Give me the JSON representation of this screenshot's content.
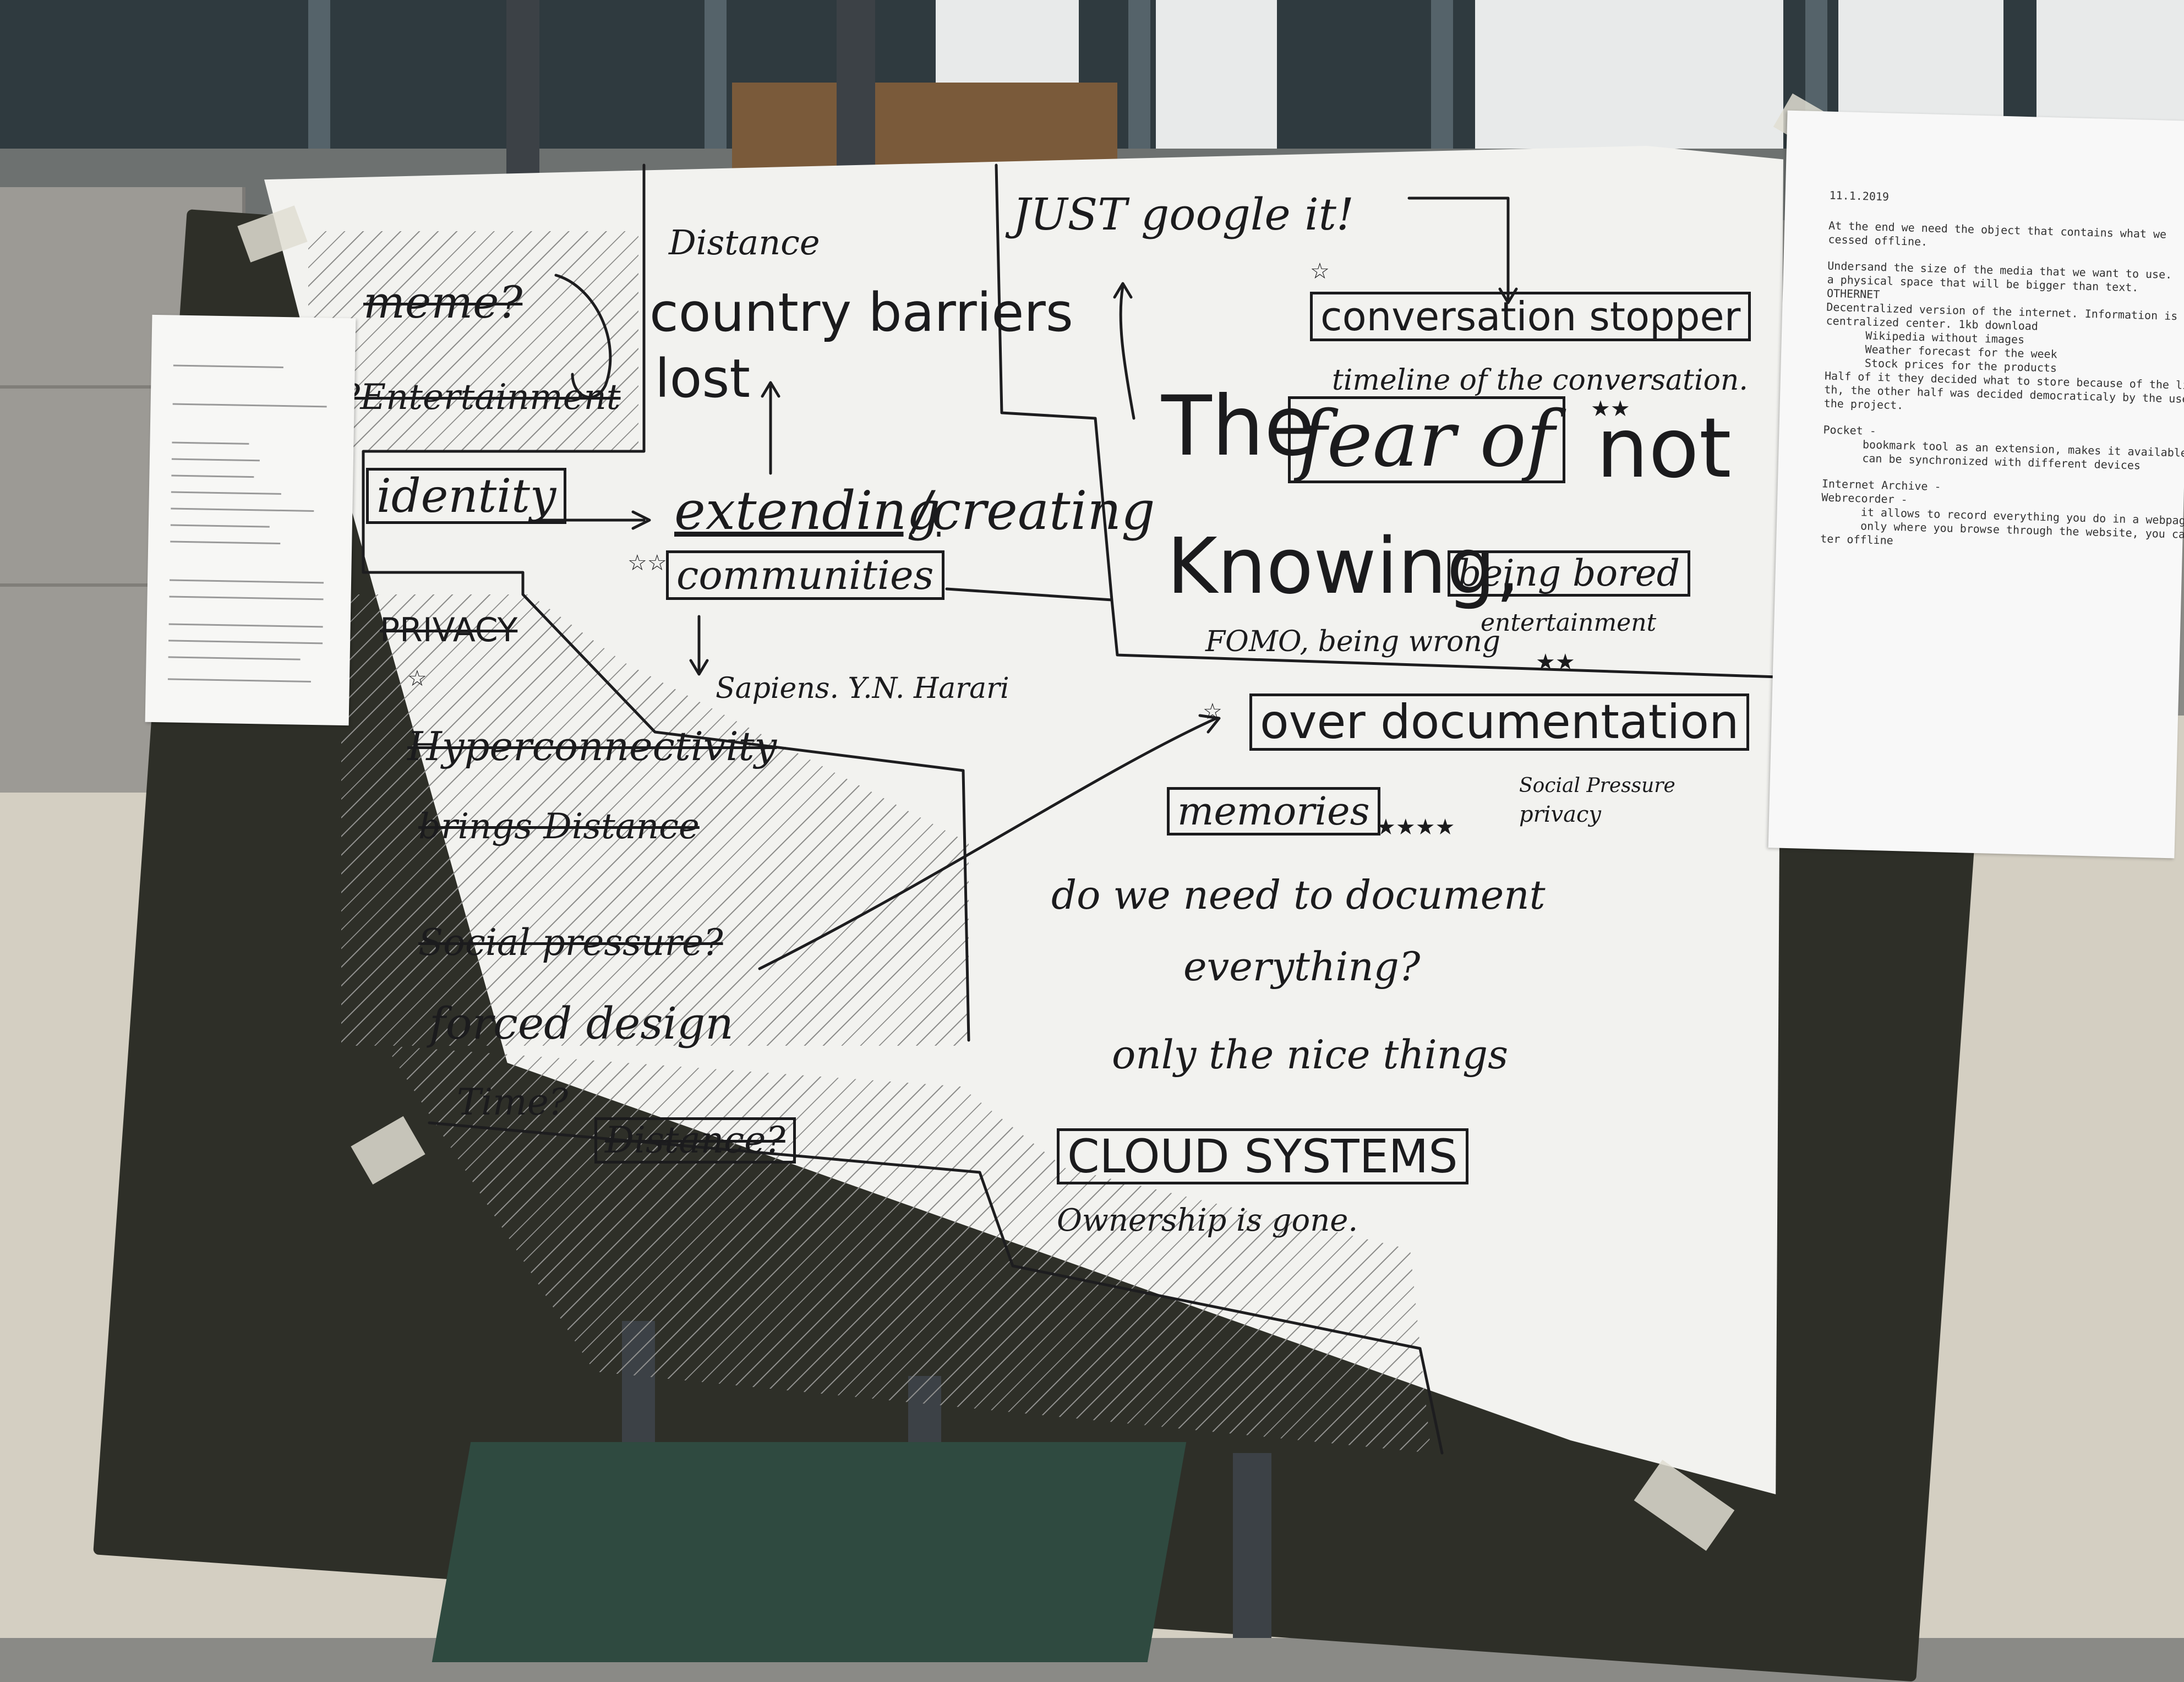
{
  "board": {
    "meme": "meme?",
    "entertainment_struck": "?Entertainment",
    "identity": "identity",
    "privacy": "PRIVACY",
    "hyperconnectivity": "Hyperconnectivity",
    "bring_distance": "brings Distance",
    "social_pressure": "Social pressure?",
    "forced_design": "forced design",
    "time": "Time?",
    "distance_struck": "Distance?",
    "distance_top": "Distance",
    "country_barriers": "country barriers",
    "lost": "lost",
    "extending": "extending",
    "communities": "communities",
    "creating": "/creating",
    "sapiens": "Sapiens. Y.N. Harari",
    "just_google": "JUST google it!",
    "conversation_stopper": "conversation stopper",
    "timeline": "timeline of the conversation.",
    "the": "The",
    "fear_of": "fear of",
    "not": "not",
    "knowing": "Knowing,",
    "being_bored": "being bored",
    "entertainment": "entertainment",
    "fomo": "FOMO, being wrong",
    "over_documentation": "over documentation",
    "memories": "memories",
    "social_pressure_small": "Social Pressure",
    "privacy_small": "privacy",
    "do_we_need_1": "do we need to document",
    "do_we_need_2": "everything?",
    "only_nice": "only the nice things",
    "cloud_systems": "CLOUD SYSTEMS",
    "ownership": "Ownership is gone."
  },
  "right_note": {
    "lines": [
      "11.1.2019",
      "At the end we need the object that contains what we",
      "cessed offline.",
      "Undersand the size of the media that we want to use.",
      "a physical space that will be bigger than text.",
      "OTHERNET",
      "Decentralized version of the internet. Information is",
      "centralized center. 1kb download",
      "      Wikipedia without images",
      "      Weather forecast for the week",
      "      Stock prices for the products",
      "Half of it they decided what to store because of the li",
      "th, the other half was decided democraticaly by the user",
      "the project.",
      "Pocket -",
      "      bookmark tool as an extension, makes it available OF",
      "      can be synchronized with different devices",
      "Internet Archive -",
      "Webrecorder -",
      "      it allows to record everything you do in a webpage",
      "      only where you browse through the website, you can acc",
      "ter offline"
    ]
  }
}
